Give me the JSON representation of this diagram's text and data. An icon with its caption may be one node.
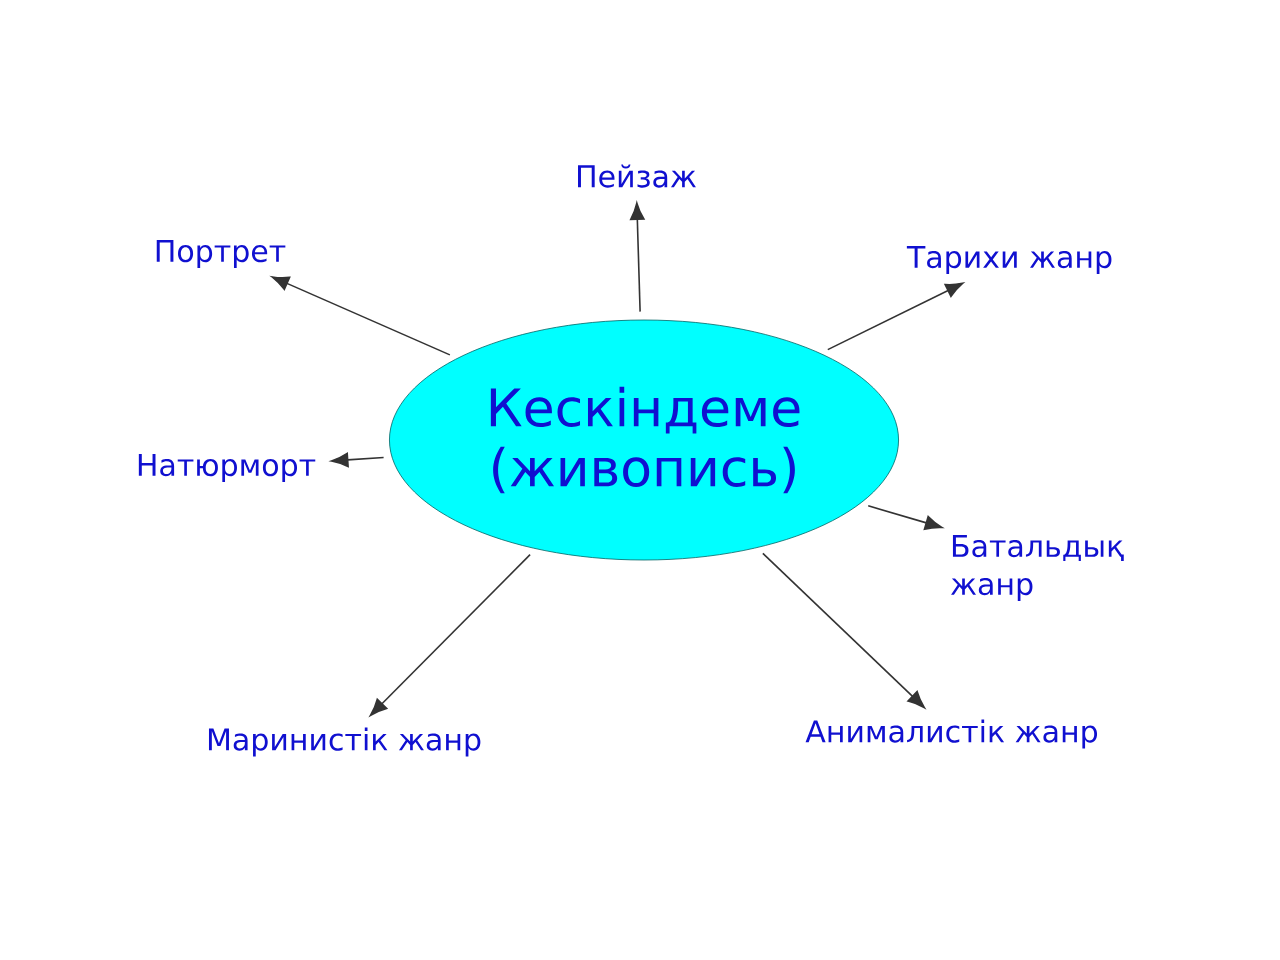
{
  "diagram": {
    "nodes": [
      {
        "text": [
          "Кескіндеме (живопись)"
        ]
      },
      {
        "text": [
          "Пейзаж"
        ]
      },
      {
        "text": [
          "Портрет"
        ]
      },
      {
        "text": [
          "Тарихи жанр"
        ]
      },
      {
        "text": [
          "Натюрморт"
        ]
      },
      {
        "text": [
          "Батальдық жанр"
        ]
      },
      {
        "text": [
          "Маринистік жанр"
        ]
      },
      {
        "text": [
          "Анималистік жанр"
        ]
      }
    ],
    "edges": [
      {
        "from": 0,
        "to": 1,
        "arrow": "to"
      },
      {
        "from": 0,
        "to": 2,
        "arrow": "to"
      },
      {
        "from": 0,
        "to": 3,
        "arrow": "to"
      },
      {
        "from": 0,
        "to": 4,
        "arrow": "to"
      },
      {
        "from": 0,
        "to": 5,
        "arrow": "to"
      },
      {
        "from": 0,
        "to": 6,
        "arrow": "to"
      },
      {
        "from": 0,
        "to": 7,
        "arrow": "to"
      }
    ]
  }
}
